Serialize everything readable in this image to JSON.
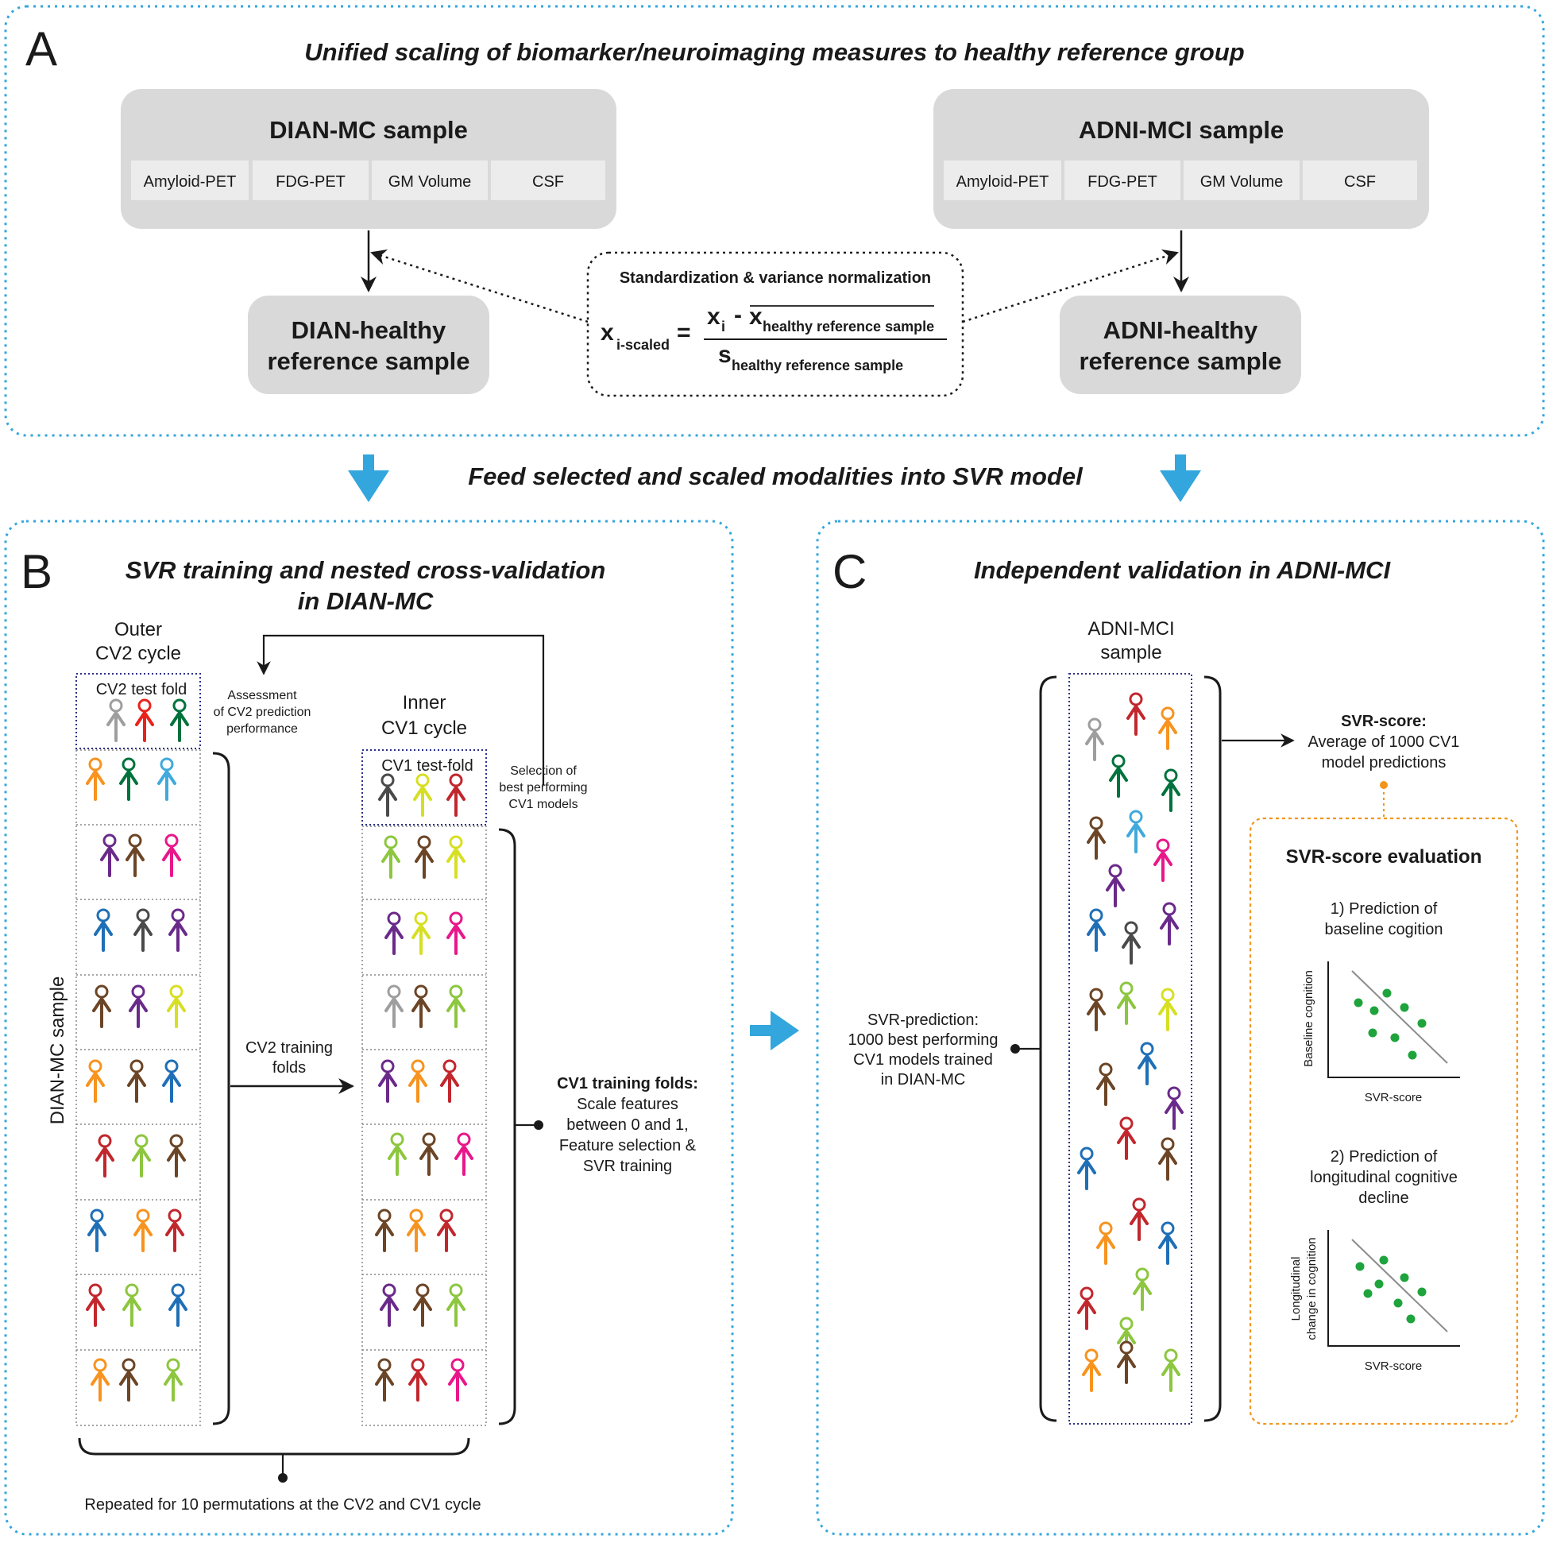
{
  "panel_a": {
    "letter": "A",
    "title": "Unified scaling of biomarker/neuroimaging measures to healthy reference group",
    "dian_sample": {
      "title": "DIAN-MC sample",
      "modalities": [
        "Amyloid-PET",
        "FDG-PET",
        "GM Volume",
        "CSF"
      ]
    },
    "adni_sample": {
      "title": "ADNI-MCI sample",
      "modalities": [
        "Amyloid-PET",
        "FDG-PET",
        "GM Volume",
        "CSF"
      ]
    },
    "dian_healthy": {
      "line1": "DIAN-healthy",
      "line2": "reference sample"
    },
    "adni_healthy": {
      "line1": "ADNI-healthy",
      "line2": "reference sample"
    },
    "formula": {
      "title": "Standardization & variance normalization",
      "lhs": "x",
      "lhs_sub": "i-scaled",
      "equals": "=",
      "num_x": "x",
      "num_x_sub": "i",
      "num_minus": "-",
      "num_xbar": "x",
      "num_xbar_sub": "healthy reference sample",
      "den_s": "s",
      "den_s_sub": "healthy reference sample"
    }
  },
  "feed_label": "Feed selected and scaled modalities into SVR model",
  "panel_b": {
    "letter": "B",
    "title_line1": "SVR training and nested cross-validation",
    "title_line2": "in DIAN-MC",
    "outer_label_line1": "Outer",
    "outer_label_line2": "CV2 cycle",
    "cv2_test_fold": "CV2 test fold",
    "assessment_line1": "Assessment",
    "assessment_line2": "of CV2 prediction",
    "assessment_line3": "performance",
    "inner_label_line1": "Inner",
    "inner_label_line2": "CV1 cycle",
    "cv1_test_fold": "CV1 test-fold",
    "selection_line1": "Selection of",
    "selection_line2": "best performing",
    "selection_line3": "CV1 models",
    "side_label": "DIAN-MC sample",
    "cv2_training_line1": "CV2 training",
    "cv2_training_line2": "folds",
    "cv1_training_title": "CV1 training folds:",
    "cv1_training_line1": "Scale features",
    "cv1_training_line2": "between 0 and 1,",
    "cv1_training_line3": "Feature selection &",
    "cv1_training_line4": "SVR training",
    "repeated": "Repeated for 10 permutations at the CV2 and CV1 cycle"
  },
  "panel_c": {
    "letter": "C",
    "title": "Independent validation in ADNI-MCI",
    "sample_line1": "ADNI-MCI",
    "sample_line2": "sample",
    "svr_prediction_line1": "SVR-prediction:",
    "svr_prediction_line2": "1000 best performing",
    "svr_prediction_line3": "CV1 models trained",
    "svr_prediction_line4": "in DIAN-MC",
    "svr_score_title": "SVR-score:",
    "svr_score_line1": "Average of 1000 CV1",
    "svr_score_line2": "model predictions",
    "eval_title": "SVR-score evaluation",
    "eval1_line1": "1) Prediction of",
    "eval1_line2": "baseline cogition",
    "eval1_ylabel": "Baseline cognition",
    "eval1_xlabel": "SVR-score",
    "eval2_line1": "2) Prediction of",
    "eval2_line2": "longitudinal cognitive",
    "eval2_line3": "decline",
    "eval2_ylabel_line1": "Longitudinal",
    "eval2_ylabel_line2": "change in cognition",
    "eval2_xlabel": "SVR-score"
  },
  "colors": {
    "dashed_border": "#33a6dd",
    "arrow_blue": "#33a6dd",
    "gray_box": "#d9d9d9",
    "modality_box": "#ececec",
    "eval_border": "#f0961e",
    "scatter_dot": "#1fa33c",
    "person_palette": [
      "#f7931e",
      "#00723c",
      "#41a9dc",
      "#6a2a8a",
      "#6b4526",
      "#e8178a",
      "#1f6fb6",
      "#4a4a4a",
      "#d7df23",
      "#8dc63f",
      "#c1272d",
      "#9e9e9e",
      "#e8231c"
    ]
  }
}
